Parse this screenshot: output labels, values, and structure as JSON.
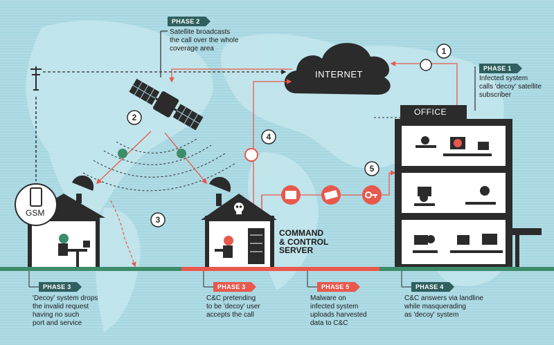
{
  "cloud_label": "INTERNET",
  "office_label": "OFFICE",
  "gsm_label": "GSM",
  "server_label": "COMMAND\n& CONTROL\nSERVER",
  "steps": [
    "1",
    "2",
    "3",
    "4",
    "5"
  ],
  "phases": {
    "phase2_top": {
      "tag": "PHASE 2",
      "text": "Satellite broadcasts\nthe call over the whole\ncoverage area"
    },
    "phase1_right": {
      "tag": "PHASE 1",
      "text": "Infected system\ncalls 'decoy' satellite\nsubscriber"
    },
    "phase3_left": {
      "tag": "PHASE 3",
      "text": "'Decoy' system drops\nthe invalid request\nhaving no such\nport and service"
    },
    "phase3_mid": {
      "tag": "PHASE 3",
      "text": "C&C pretending\nto be 'decoy' user\naccepts the call"
    },
    "phase5": {
      "tag": "PHASE 5",
      "text": "Malware on\ninfected system\nuploads harvested\ndata to C&C"
    },
    "phase4": {
      "tag": "PHASE 4",
      "text": "C&C answers via landline\nwhile masquerading\nas 'decoy' system"
    }
  },
  "icons": [
    "antenna-icon",
    "satellite-icon",
    "cloud-icon",
    "phone-icon",
    "dish-icon",
    "skull-icon",
    "folder-icon",
    "card-icon",
    "key-icon",
    "user-question-icon",
    "alert-icon"
  ],
  "colors": {
    "background": "#a9d8e1",
    "red": "#e8584c",
    "dark": "#2b2b2b",
    "teal": "#2f5f5e",
    "green": "#3d8c6a"
  }
}
